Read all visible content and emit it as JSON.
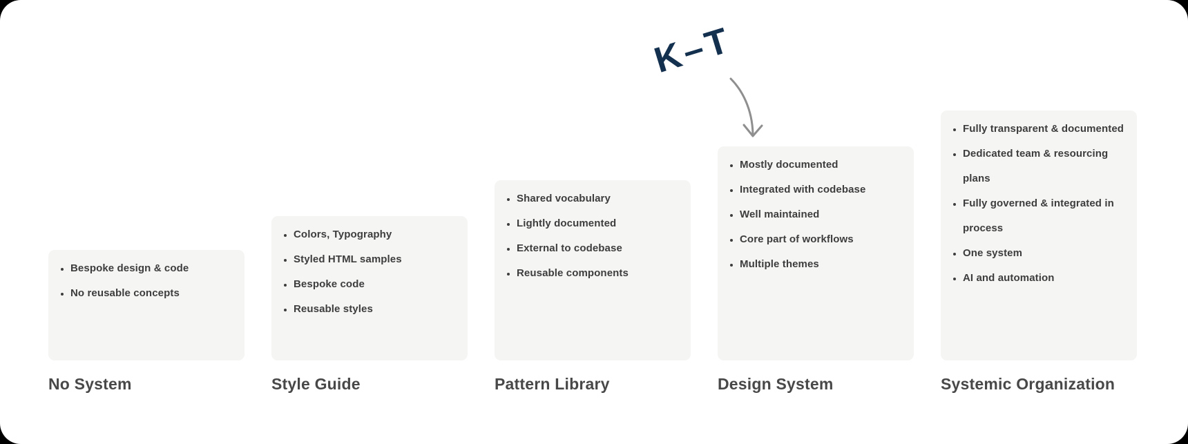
{
  "annotation": {
    "text": "K–T"
  },
  "stages": [
    {
      "title": "No System",
      "items": [
        "Bespoke design & code",
        "No reusable concepts"
      ]
    },
    {
      "title": "Style Guide",
      "items": [
        "Colors, Typography",
        "Styled HTML samples",
        "Bespoke code",
        "Reusable styles"
      ]
    },
    {
      "title": "Pattern Library",
      "items": [
        "Shared vocabulary",
        "Lightly documented",
        "External to codebase",
        "Reusable components"
      ]
    },
    {
      "title": "Design System",
      "items": [
        "Mostly documented",
        "Integrated with codebase",
        "Well maintained",
        "Core part of workflows",
        "Multiple themes"
      ]
    },
    {
      "title": "Systemic Organization",
      "items": [
        "Fully transparent & documented",
        "Dedicated team & resourcing plans",
        "Fully governed & integrated in process",
        "One system",
        "AI and automation"
      ]
    }
  ],
  "colors": {
    "backdrop": "#000000",
    "surface": "#ffffff",
    "card_bg": "#f5f5f4",
    "item_text": "#3d3d3d",
    "title_text": "#484848",
    "annotation": "#14304f",
    "arrow": "#8f8f8f"
  }
}
